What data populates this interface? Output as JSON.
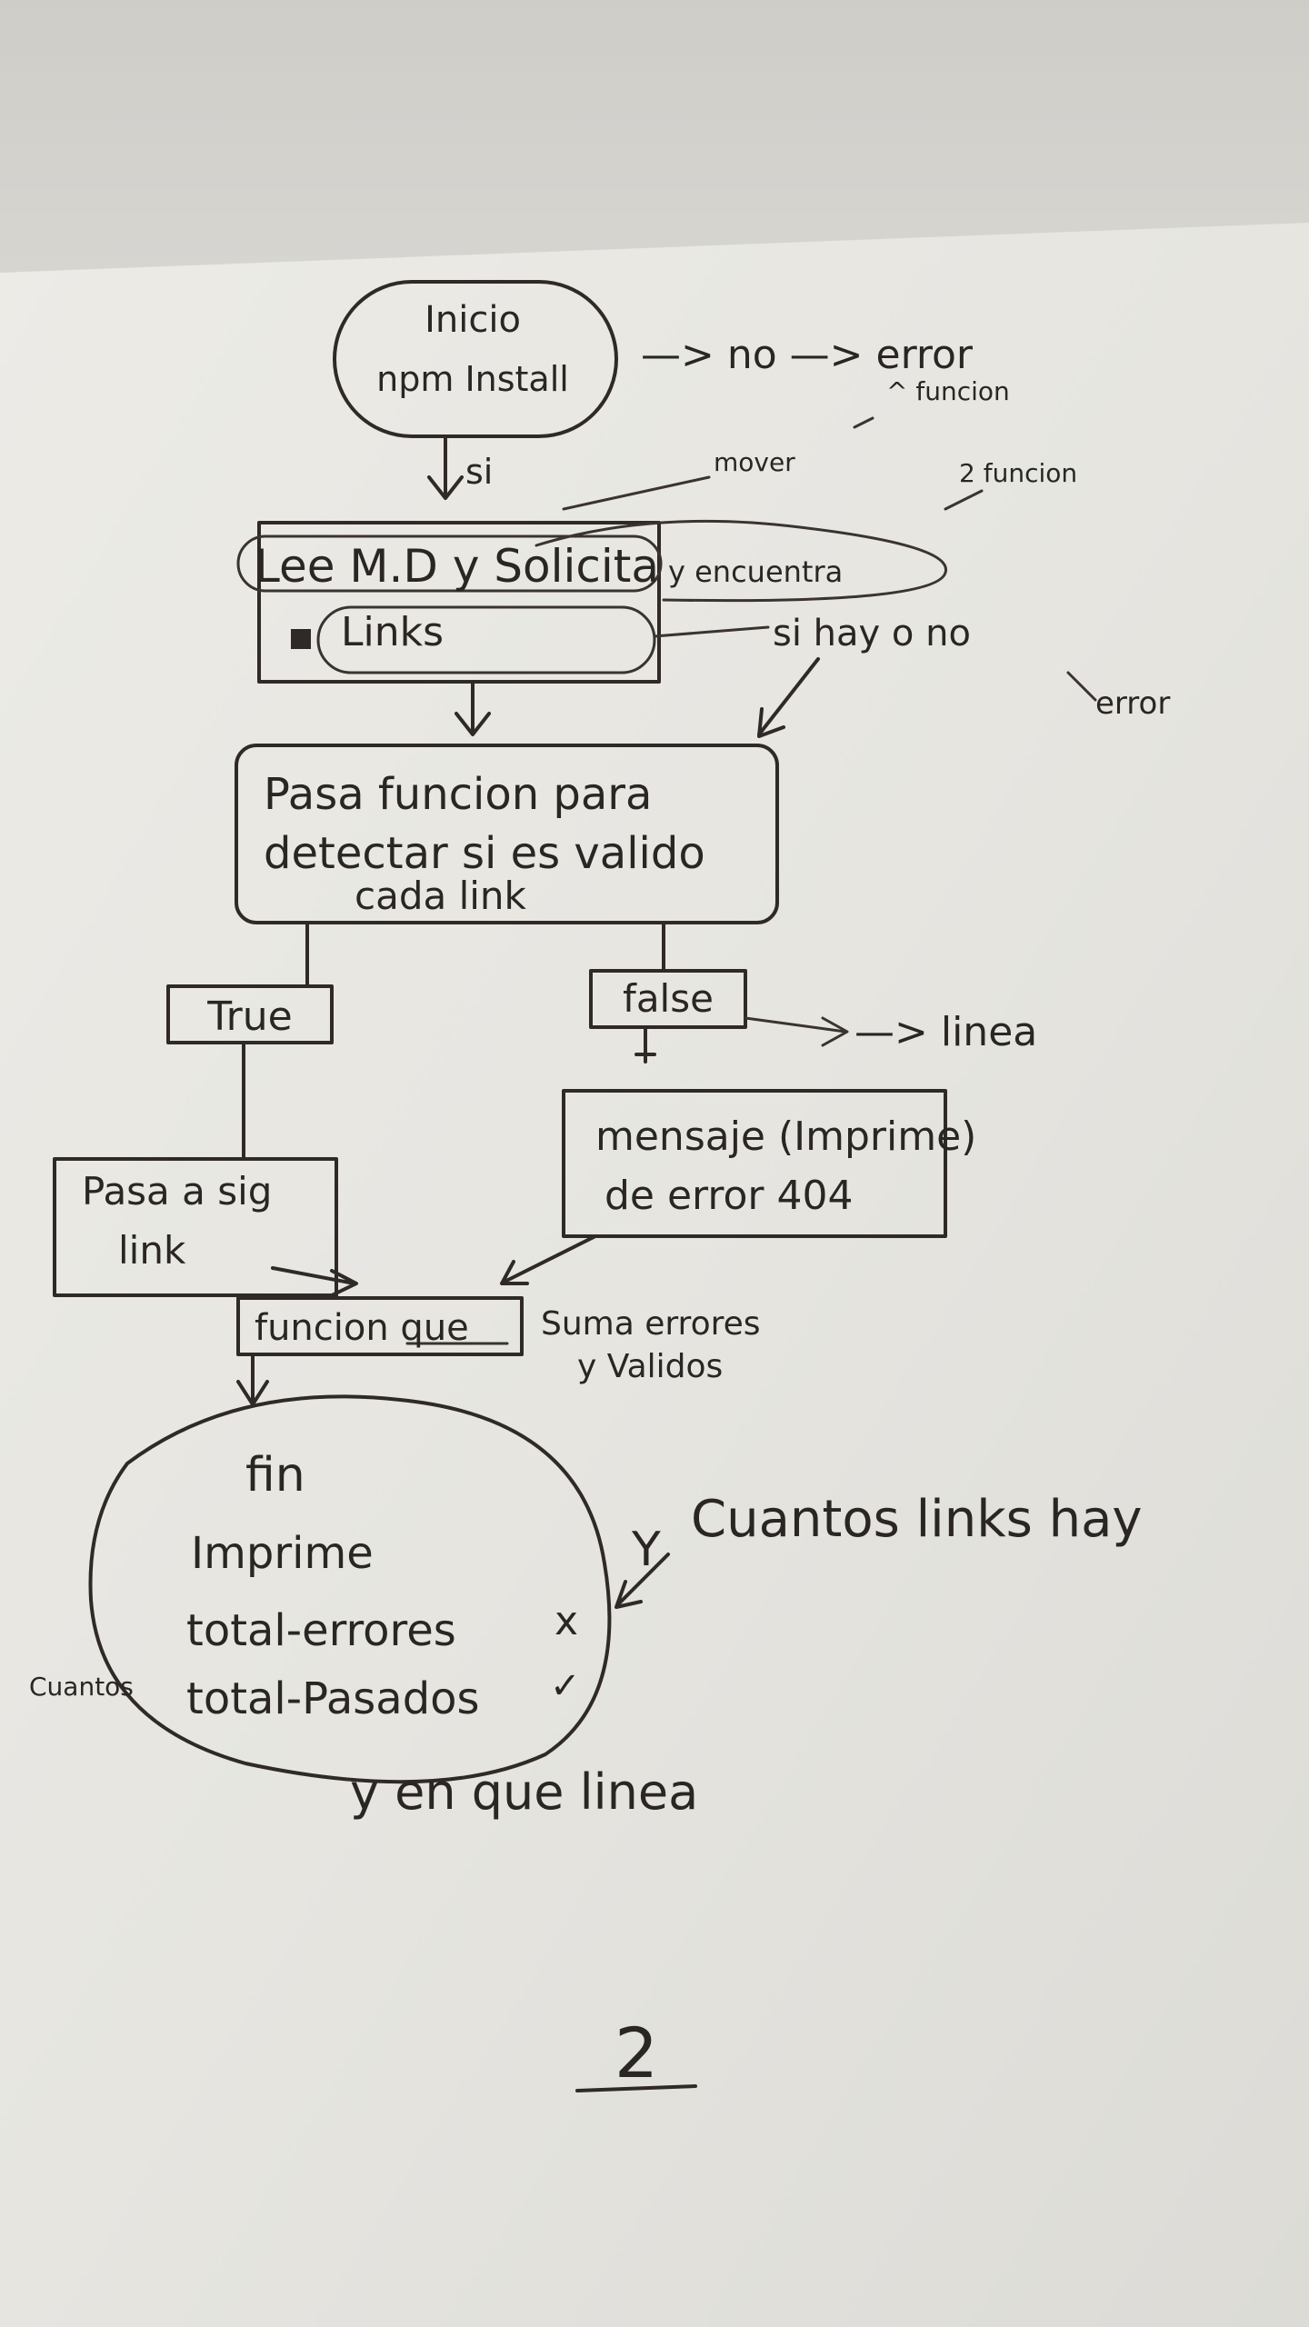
{
  "start": {
    "line1": "Inicio",
    "line2": "npm Install",
    "no_branch": "—> no —> error",
    "yes_label": "si"
  },
  "annotations": {
    "funcion1": "^ funcion",
    "funcion2": "2 funcion",
    "mover": "mover",
    "error_right": "error",
    "linea": "—> linea",
    "x_mark": "x",
    "check_mark": "✓",
    "cuantos_side": "Cuantos",
    "y_mark": "Y"
  },
  "read_box": {
    "line1": "Lee M.D y Solicita",
    "encuentra": "y encuentra",
    "links": "Links",
    "si_hay": "si hay o no"
  },
  "validate_box": {
    "line1": "Pasa funcion para",
    "line2": "detectar si es valido",
    "line3": "cada link"
  },
  "true_box": {
    "label": "True"
  },
  "false_box": {
    "label": "false"
  },
  "next_box": {
    "line1": "Pasa a sig",
    "line2": "link"
  },
  "error_box": {
    "line1": "mensaje (Imprime)",
    "line2": "de error 404"
  },
  "sum_box": {
    "label": "funcion que",
    "side1": "Suma errores",
    "side2": "y Validos"
  },
  "end": {
    "line1": "fin",
    "line2": "Imprime",
    "line3": "total-errores",
    "line4": "total-Pasados",
    "cuantos_links": "Cuantos links hay",
    "en_que_linea": "y en que linea"
  },
  "page_number": "2"
}
